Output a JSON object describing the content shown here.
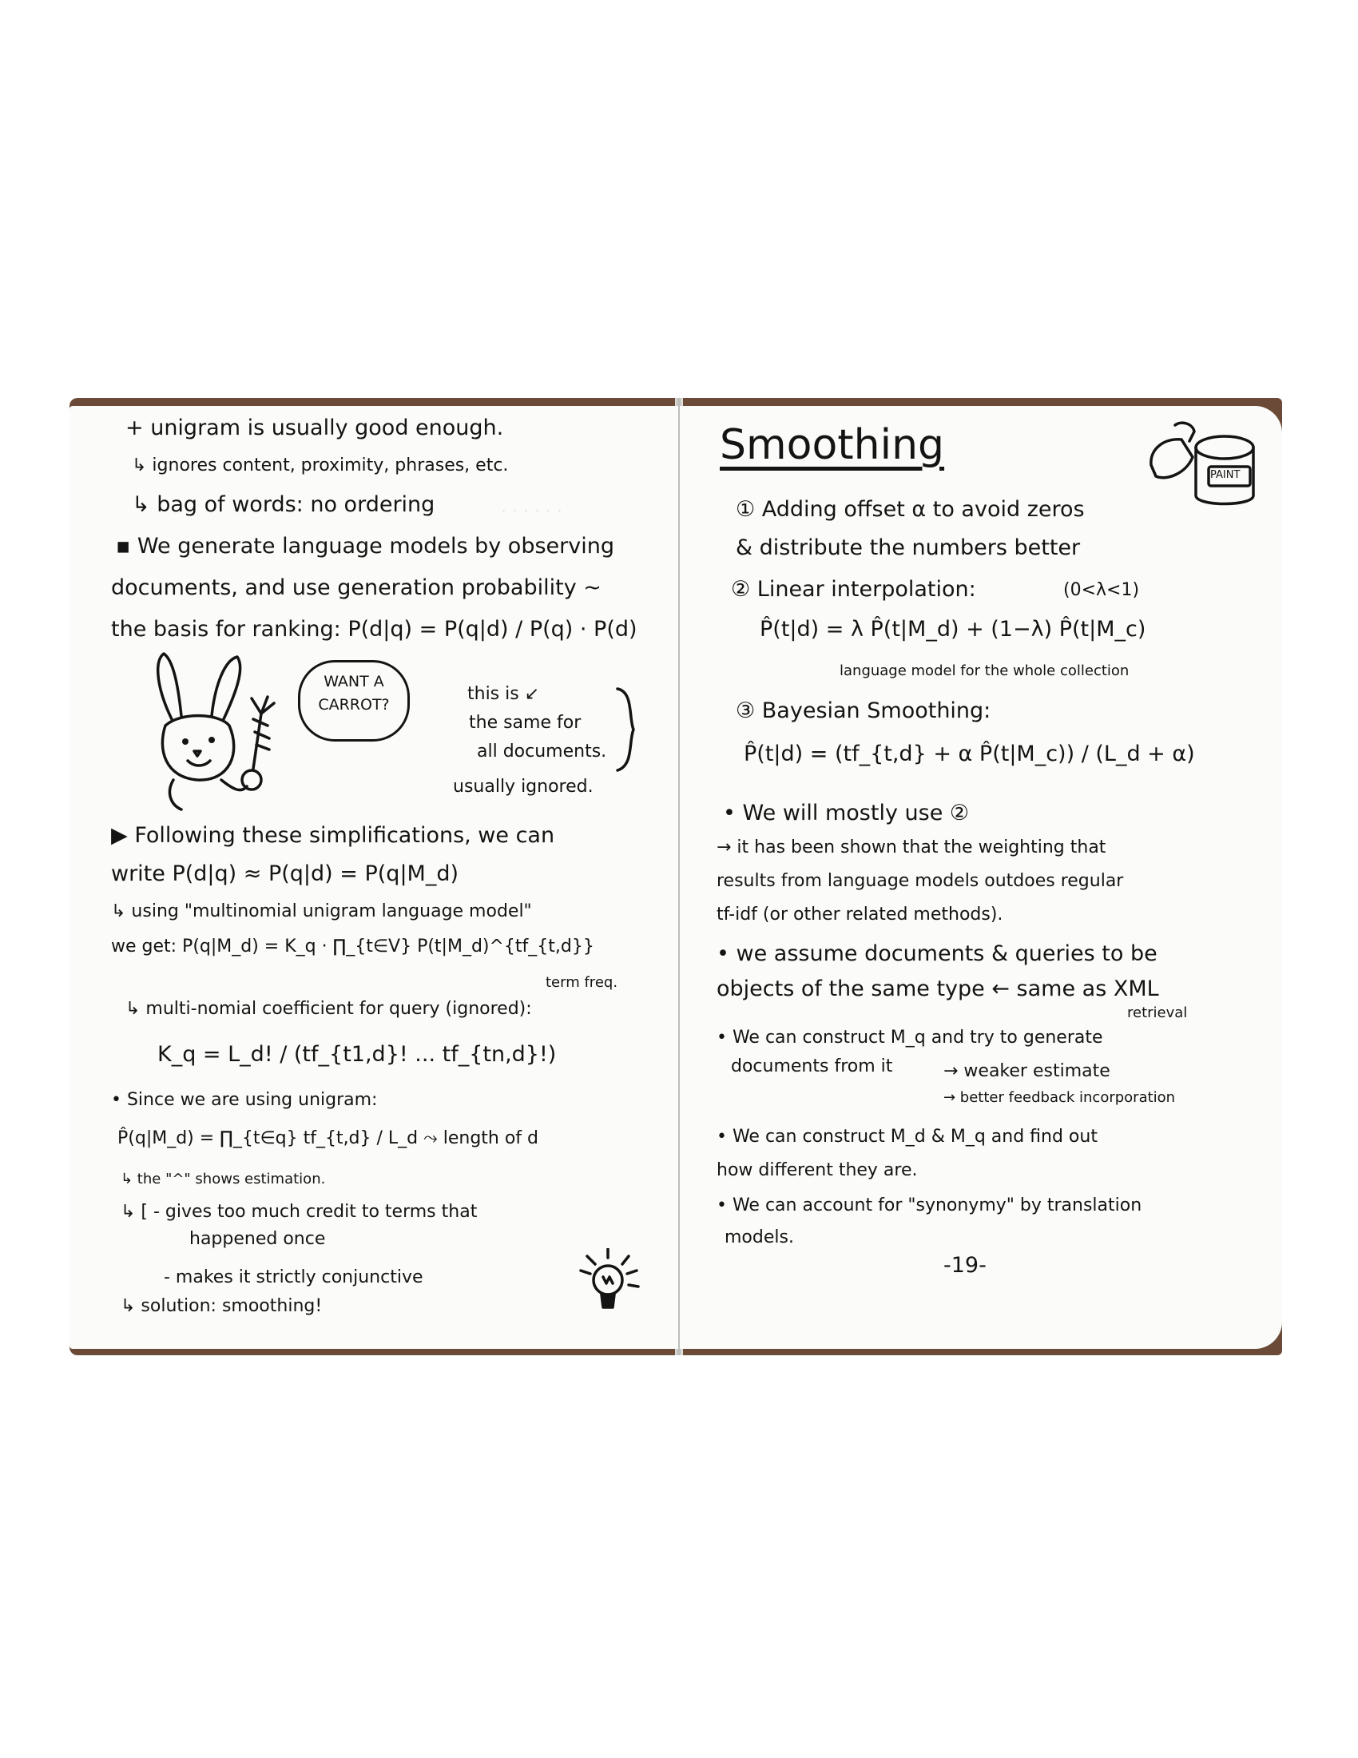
{
  "left": {
    "lines": [
      "+ unigram is usually good enough.",
      "↳ ignores content, proximity, phrases, etc.",
      "↳ bag of words: no ordering",
      "▪ We generate language models by observing",
      "documents, and use generation probability ~",
      "the basis for ranking: P(d|q) = P(q|d) / P(q) · P(d)",
      "this is ↙",
      "the same for",
      "all documents.",
      "usually ignored.",
      "▶ Following these simplifications, we can",
      "write P(d|q) ≈ P(q|d) = P(q|M_d)",
      "↳ using \"multinomial unigram language model\"",
      "we get: P(q|M_d) = K_q · ∏_{t∈V} P(t|M_d)^{tf_{t,d}}",
      "term freq.",
      "↳ multi-nomial coefficient for query (ignored):",
      "K_q = L_d! / (tf_{t1,d}! ... tf_{tn,d}!)",
      "• Since we are using unigram:",
      "P̂(q|M_d) = ∏_{t∈q} tf_{t,d} / L_d ⤳ length of d",
      "↳ the \"^\" shows estimation.",
      "↳ [ - gives too much credit to terms that",
      "happened once",
      "- makes it strictly conjunctive",
      "↳ solution: smoothing!"
    ],
    "bubble": [
      "WANT A",
      "CARROT?"
    ]
  },
  "right": {
    "title": "Smoothing",
    "jar_label": "PAINT",
    "lines": [
      "① Adding offset α to avoid zeros",
      "& distribute the numbers better",
      "② Linear interpolation:",
      "(0<λ<1)",
      "P̂(t|d) = λ P̂(t|M_d) + (1−λ) P̂(t|M_c)",
      "language model for the whole collection",
      "③ Bayesian Smoothing:",
      "P̂(t|d) = (tf_{t,d} + α P̂(t|M_c)) / (L_d + α)",
      "• We will mostly use ②",
      "→ it has been shown that the weighting that",
      "results from language models outdoes regular",
      "tf-idf (or other related methods).",
      "• we assume documents & queries to be",
      "objects of the same type ← same as XML",
      "retrieval",
      "• We can construct M_q and try to generate",
      "documents from it",
      "→ weaker estimate",
      "→ better feedback incorporation",
      "• We can construct M_d & M_q and find out",
      "how different they are.",
      "• We can account for \"synonymy\" by translation",
      "models."
    ],
    "page_number": "-19-"
  }
}
